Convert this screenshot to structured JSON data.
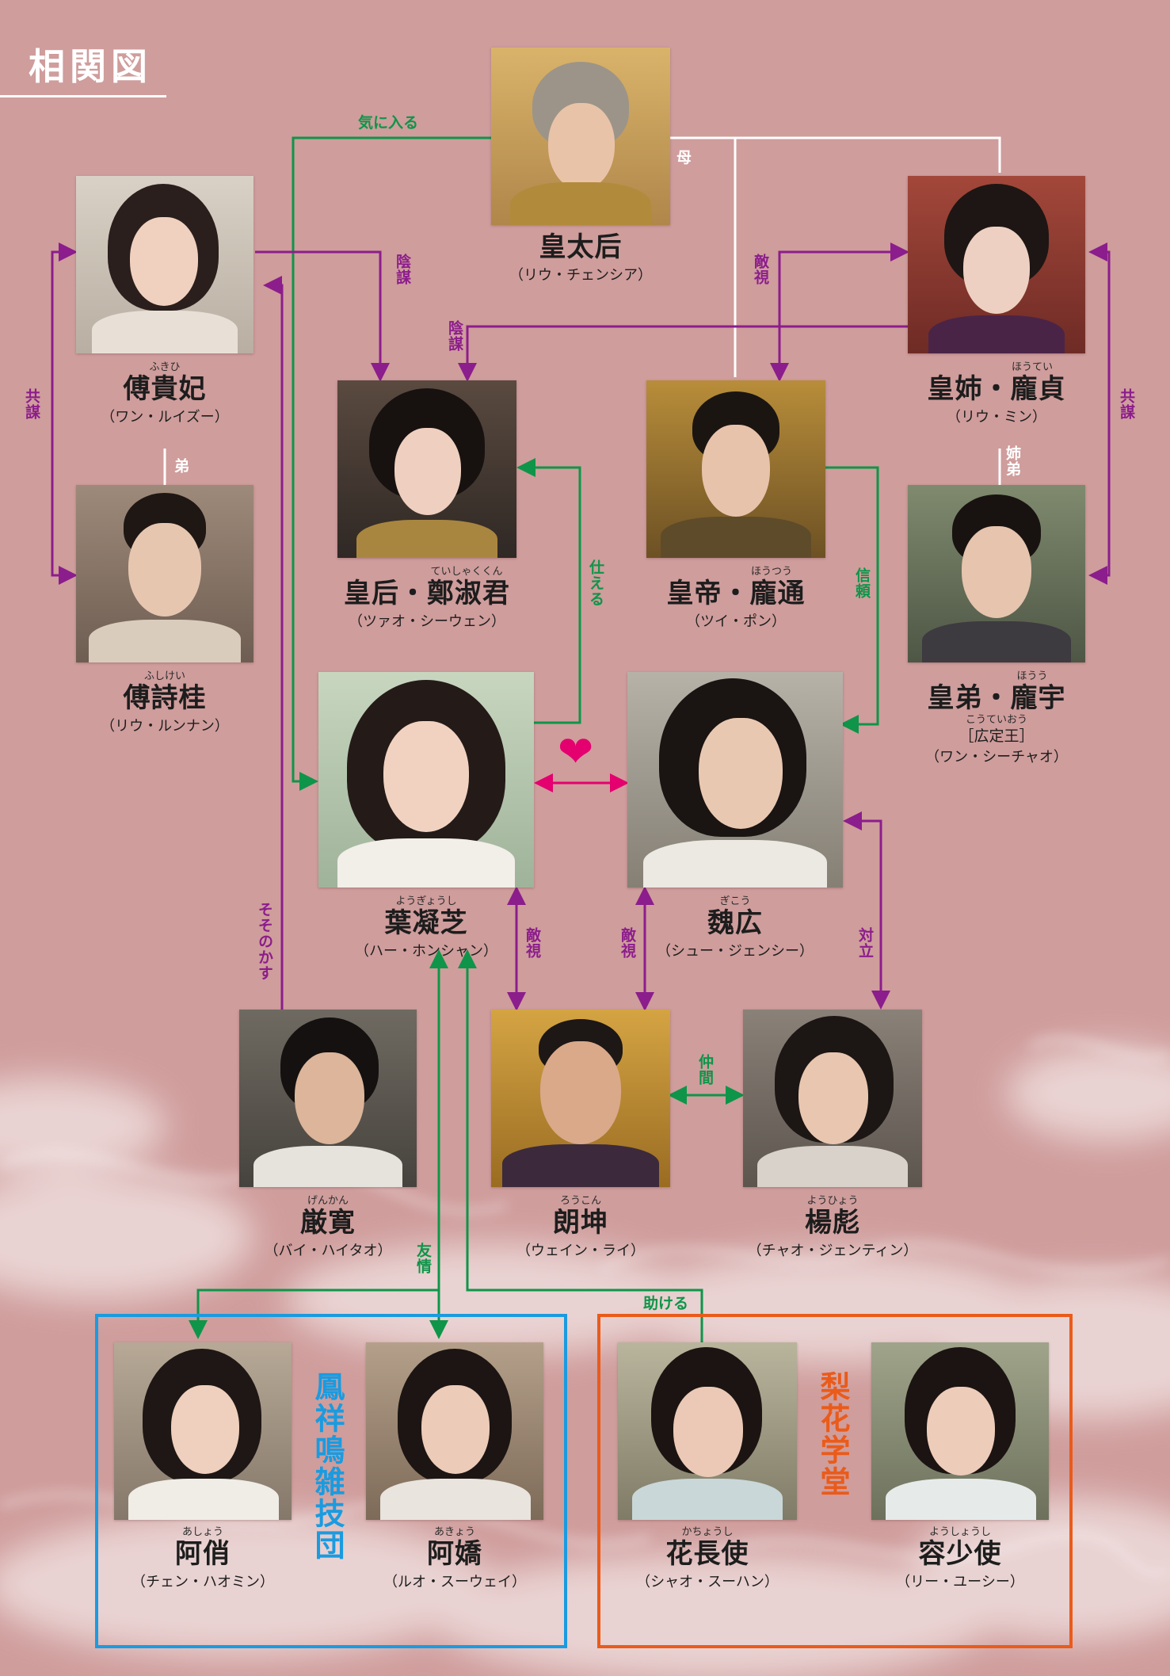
{
  "title": "相関図",
  "colors": {
    "background": "#cf9d9c",
    "friend_line": "#0e9549",
    "enemy_line": "#8c1d8c",
    "family_line": "#ffffff",
    "love_line": "#e4006e",
    "group_blue": "#1a9be0",
    "group_orange": "#ea5b1a"
  },
  "characters": [
    {
      "id": "kouta",
      "name": "皇太后",
      "actor": "（リウ・チェンシア）"
    },
    {
      "id": "fuki",
      "ruby": "ふきひ",
      "name": "傅貴妃",
      "actor": "（ワン・ルイズー）"
    },
    {
      "id": "koushi",
      "ruby": "ほうてい",
      "name": "皇姉・龐貞",
      "actor": "（リウ・ミン）"
    },
    {
      "id": "kougou",
      "ruby": "ていしゃくくん",
      "name": "皇后・鄭淑君",
      "actor": "（ツァオ・シーウェン）"
    },
    {
      "id": "koutei",
      "ruby": "ほうつう",
      "name": "皇帝・龐通",
      "actor": "（ツイ・ポン）"
    },
    {
      "id": "fushi",
      "ruby": "ふしけい",
      "name": "傅詩桂",
      "actor": "（リウ・ルンナン）"
    },
    {
      "id": "koutei2",
      "ruby": "ほうう",
      "name": "皇弟・龐宇",
      "sub_ruby": "こうていおう",
      "sub": "［広定王］",
      "actor": "（ワン・シーチャオ）"
    },
    {
      "id": "you",
      "ruby": "ようぎょうし",
      "name": "葉凝芝",
      "actor": "（ハー・ホンシャン）"
    },
    {
      "id": "gi",
      "ruby": "ぎこう",
      "name": "魏広",
      "actor": "（シュー・ジェンシー）"
    },
    {
      "id": "genkan",
      "ruby": "げんかん",
      "name": "厳寛",
      "actor": "（バイ・ハイタオ）"
    },
    {
      "id": "roukon",
      "ruby": "ろうこん",
      "name": "朗坤",
      "actor": "（ウェイン・ライ）"
    },
    {
      "id": "youhyou",
      "ruby": "ようひょう",
      "name": "楊彪",
      "actor": "（チャオ・ジェンティン）"
    },
    {
      "id": "ashou",
      "ruby": "あしょう",
      "name": "阿俏",
      "actor": "（チェン・ハオミン）"
    },
    {
      "id": "akyou",
      "ruby": "あきょう",
      "name": "阿嬌",
      "actor": "（ルオ・スーウェイ）"
    },
    {
      "id": "kachou",
      "ruby": "かちょうし",
      "name": "花長使",
      "actor": "（シャオ・スーハン）"
    },
    {
      "id": "you_shoushi",
      "ruby": "ようしょうし",
      "name": "容少使",
      "actor": "（リー・ユーシー）"
    }
  ],
  "relations": {
    "kiniiru": "気に入る",
    "haha": "母",
    "inbou_a": "陰謀",
    "inbou_b": "陰謀",
    "tekishi_top": "敵視",
    "kyoubou_left": "共謀",
    "kyoubou_right": "共謀",
    "otouto": "弟",
    "ane_otouto": "姉弟",
    "tsukaeru": "仕える",
    "shinrai": "信頼",
    "sosonokasu": "そそのかす",
    "tekishi_you": "敵視",
    "tekishi_gi": "敵視",
    "tairitsu": "対立",
    "nakama": "仲間",
    "yuujou": "友情",
    "tasukeru": "助ける"
  },
  "groups": {
    "acrobat": "鳳祥鳴雑技団",
    "school": "梨花学堂"
  },
  "icons": {
    "love": "heart-icon"
  }
}
